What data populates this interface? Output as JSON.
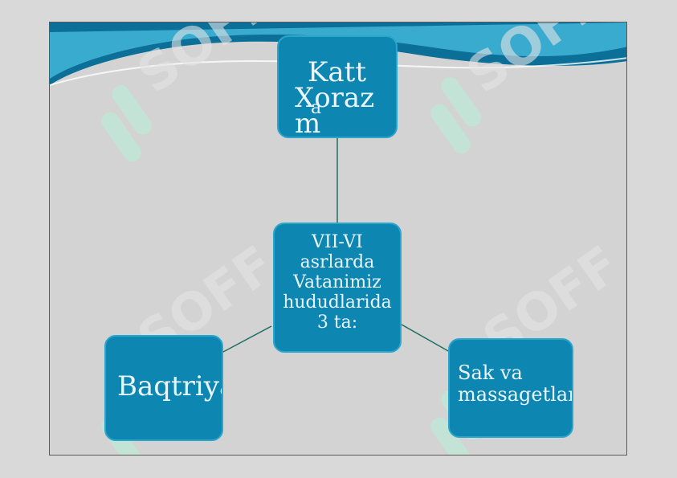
{
  "slide": {
    "nodes": {
      "top": {
        "line1": "Katt",
        "line2": "Xoraz",
        "line3": "m",
        "overlap": "a"
      },
      "center": {
        "text": "VII-VI asrlarda Vatanimiz hududlarida 3 ta:"
      },
      "left": {
        "text": "Baqtriya"
      },
      "right": {
        "text": "Sak va massagetlar"
      }
    },
    "colors": {
      "node_fill": "#0e86b2",
      "node_border": "#2aa6cc",
      "node_text": "#eaf6ff",
      "wave_dark": "#0b6f98",
      "wave_light": "#42b6d8",
      "background": "#d3d3d3"
    },
    "watermark": {
      "text": "SOFF"
    }
  }
}
